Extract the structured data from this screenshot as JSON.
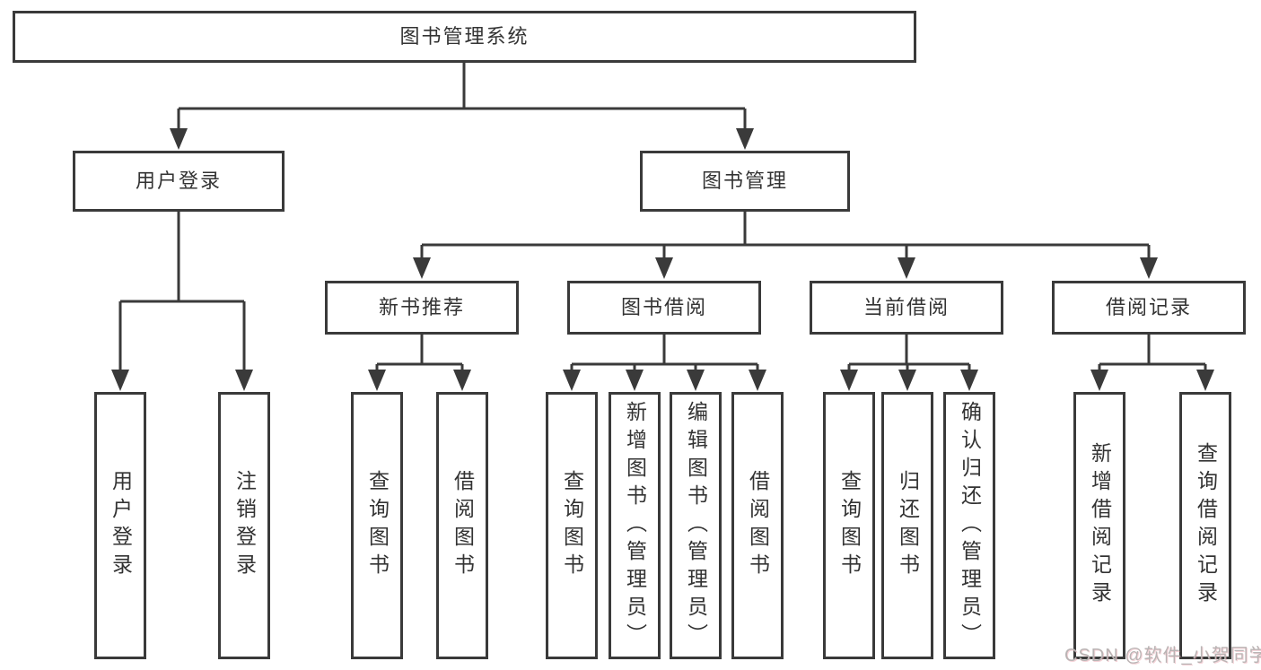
{
  "diagram": {
    "root": {
      "label": "图书管理系统"
    },
    "level2": [
      {
        "label": "用户登录",
        "children": [
          {
            "label": "用户登录"
          },
          {
            "label": "注销登录"
          }
        ]
      },
      {
        "label": "图书管理",
        "children": [
          {
            "label": "新书推荐",
            "children": [
              {
                "label": "查询图书"
              },
              {
                "label": "借阅图书"
              }
            ]
          },
          {
            "label": "图书借阅",
            "children": [
              {
                "label": "查询图书"
              },
              {
                "label": "新增图书（管理员）"
              },
              {
                "label": "编辑图书（管理员）"
              },
              {
                "label": "借阅图书"
              }
            ]
          },
          {
            "label": "当前借阅",
            "children": [
              {
                "label": "查询图书"
              },
              {
                "label": "归还图书"
              },
              {
                "label": "确认归还（管理员）"
              }
            ]
          },
          {
            "label": "借阅记录",
            "children": [
              {
                "label": "新增借阅记录"
              },
              {
                "label": "查询借阅记录"
              }
            ]
          }
        ]
      }
    ]
  },
  "watermark": {
    "text": "CSDN @软件_小贺同学"
  },
  "colors": {
    "line": "#3a3a3a",
    "text": "#333333",
    "background": "#ffffff",
    "watermark": "#b9b4b4"
  }
}
